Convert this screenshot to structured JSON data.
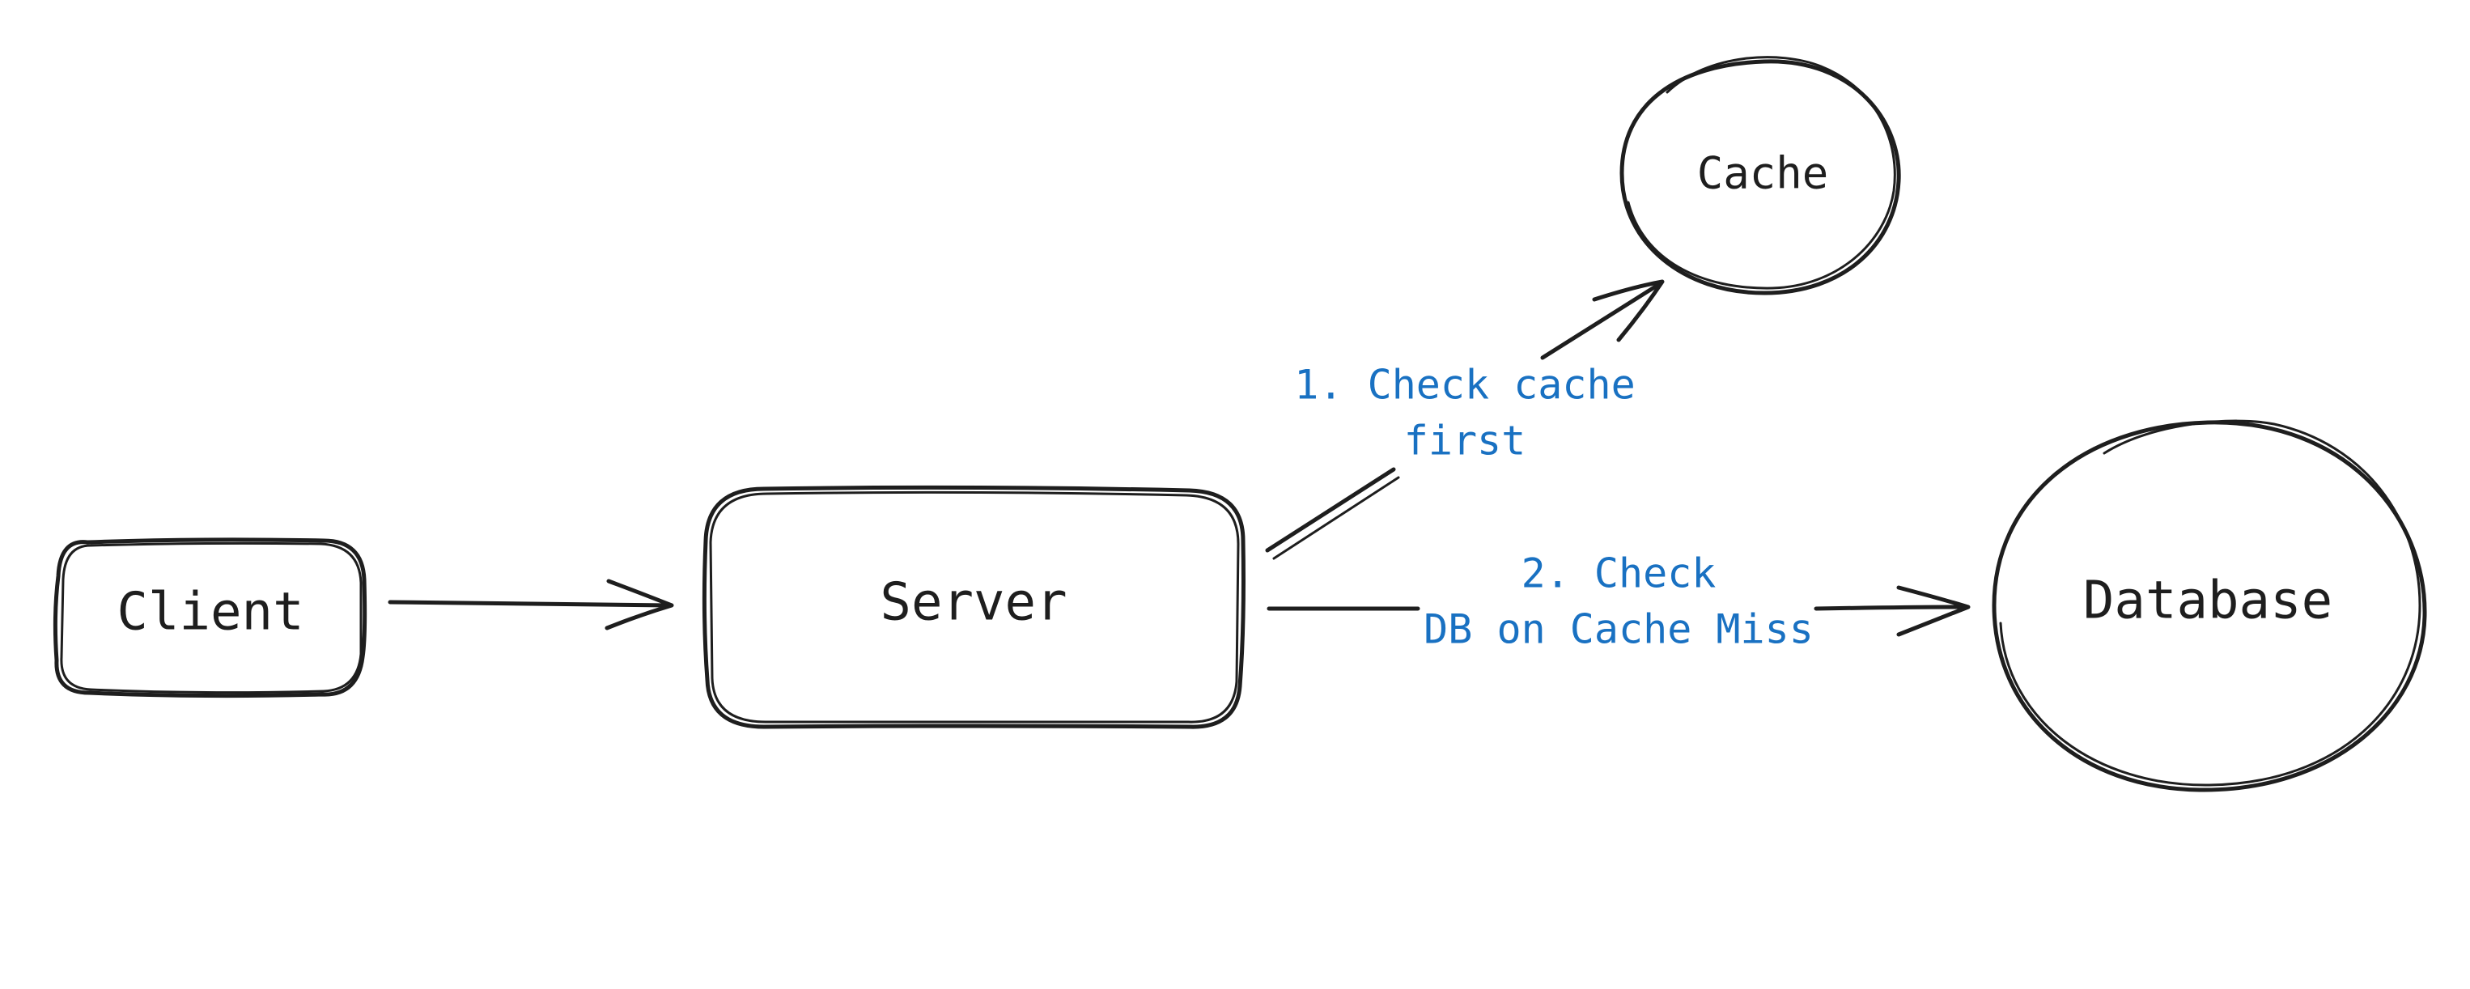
{
  "diagram": {
    "nodes": {
      "client": {
        "label": "Client",
        "shape": "rounded-rectangle"
      },
      "server": {
        "label": "Server",
        "shape": "rounded-rectangle"
      },
      "cache": {
        "label": "Cache",
        "shape": "ellipse"
      },
      "database": {
        "label": "Database",
        "shape": "ellipse"
      }
    },
    "edges": {
      "client_to_server": {
        "from": "Client",
        "to": "Server"
      },
      "server_to_cache": {
        "from": "Server",
        "to": "Cache",
        "label_line1": "1. Check cache",
        "label_line2": "first"
      },
      "server_to_database": {
        "from": "Server",
        "to": "Database",
        "label_line1": "2. Check",
        "label_line2": "DB on Cache Miss"
      }
    },
    "colors": {
      "stroke": "#1e1e1e",
      "edge_label": "#1971c2",
      "background": "#ffffff"
    }
  }
}
